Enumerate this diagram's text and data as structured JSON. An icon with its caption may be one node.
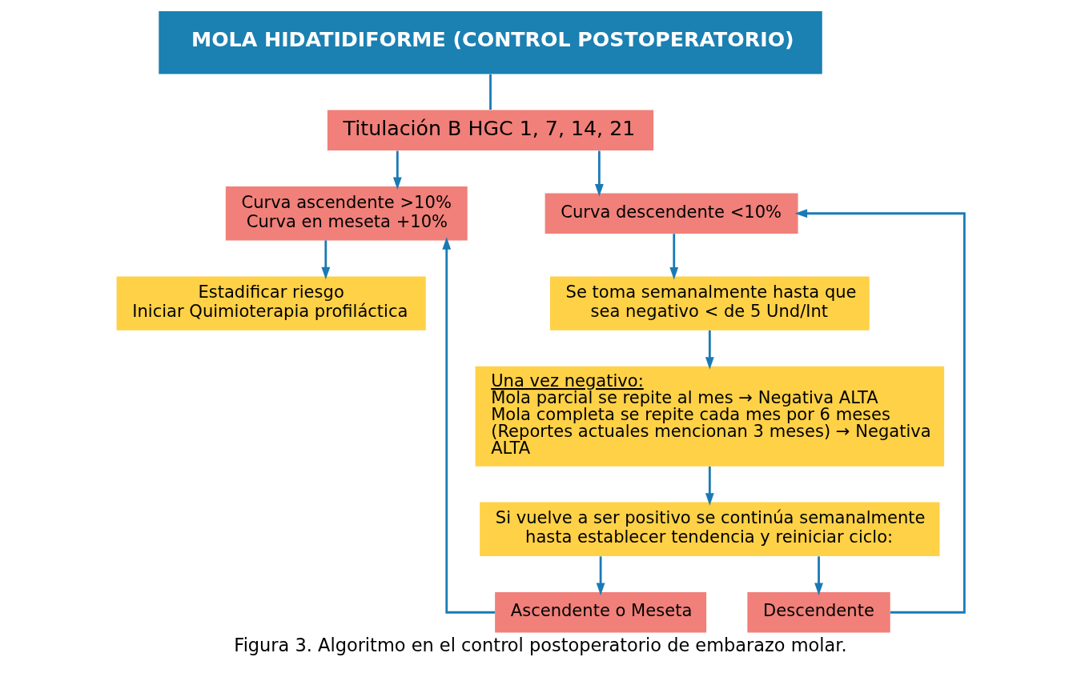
{
  "diagram": {
    "caption": "Figura 3. Algoritmo en el control postoperatorio de embarazo molar.",
    "nodes": [
      {
        "text": [
          "MOLA HIDATIDIFORME (CONTROL POSTOPERATORIO)"
        ]
      },
      {
        "text": [
          "Titulación B HGC 1, 7, 14, 21"
        ]
      },
      {
        "text": [
          "Curva ascendente >10%",
          "Curva en meseta +10%"
        ]
      },
      {
        "text": [
          "Curva descendente <10%"
        ]
      },
      {
        "text": [
          "Estadificar riesgo",
          "Iniciar Quimioterapia profiláctica"
        ]
      },
      {
        "text": [
          "Se toma semanalmente hasta que sea negativo < de 5 Und/Int"
        ]
      },
      {
        "text": [
          "Una vez negativo:",
          "Mola parcial se repite al mes → Negativa ALTA",
          "Mola completa se repite cada mes por 6 meses (Reportes actuales mencionan 3 meses) → Negativa ALTA"
        ]
      },
      {
        "text": [
          "Si vuelve a ser positivo se continúa semanalmente hasta establecer tendencia y reiniciar ciclo:"
        ]
      },
      {
        "text": [
          "Ascendente o Meseta"
        ]
      },
      {
        "text": [
          "Descendente"
        ]
      }
    ],
    "edges": [
      {
        "from": 0,
        "to": 1,
        "arrow": "none"
      },
      {
        "from": 1,
        "to": 2,
        "arrow": "to"
      },
      {
        "from": 1,
        "to": 3,
        "arrow": "to"
      },
      {
        "from": 2,
        "to": 4,
        "arrow": "to"
      },
      {
        "from": 3,
        "to": 5,
        "arrow": "to"
      },
      {
        "from": 5,
        "to": 6,
        "arrow": "to"
      },
      {
        "from": 6,
        "to": 7,
        "arrow": "to"
      },
      {
        "from": 7,
        "to": 8,
        "arrow": "to"
      },
      {
        "from": 7,
        "to": 9,
        "arrow": "to"
      },
      {
        "from": 8,
        "to": 2,
        "arrow": "to"
      },
      {
        "from": 9,
        "to": 3,
        "arrow": "to"
      }
    ]
  }
}
